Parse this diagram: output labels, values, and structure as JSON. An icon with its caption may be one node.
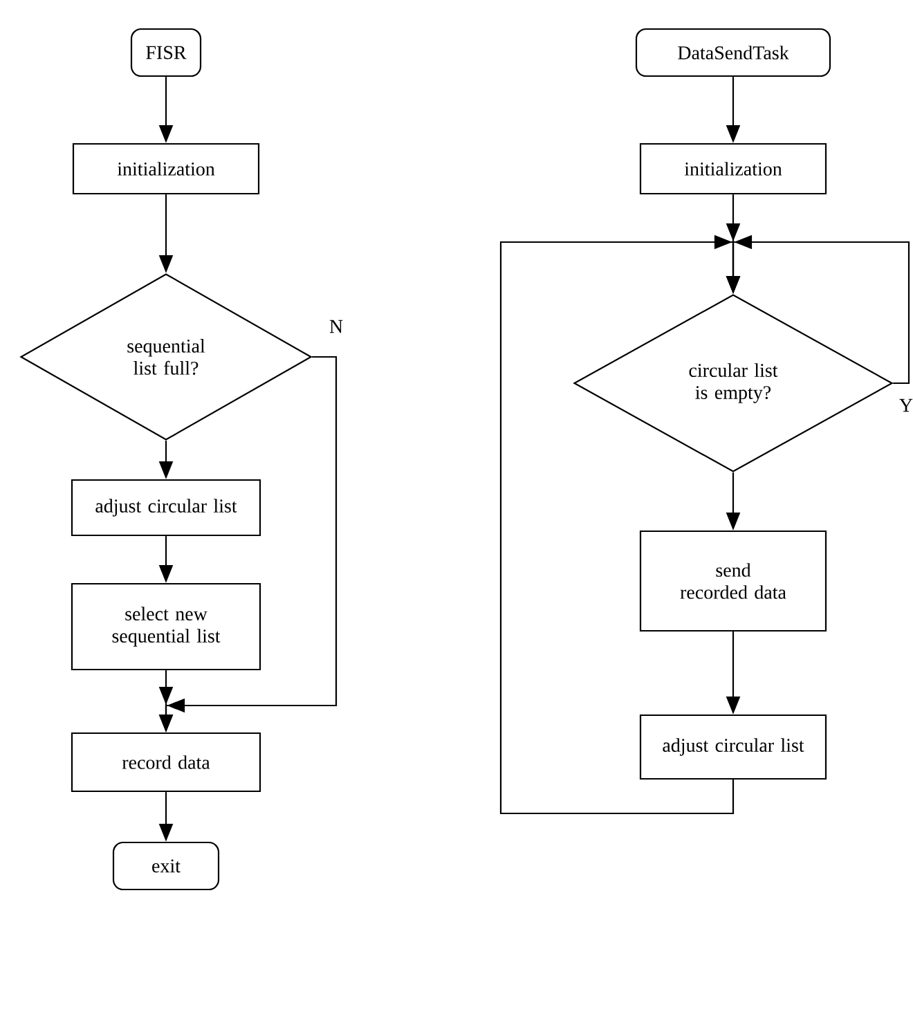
{
  "diagram": {
    "nodes": [
      {
        "text": [
          "FISR"
        ]
      },
      {
        "text": [
          "initialization"
        ]
      },
      {
        "text": [
          "sequential list full?"
        ]
      },
      {
        "text": [
          "adjust circular list"
        ]
      },
      {
        "text": [
          "select new sequential list"
        ]
      },
      {
        "text": [
          "record data"
        ]
      },
      {
        "text": [
          "exit"
        ]
      },
      {
        "text": [
          "DataSendTask"
        ]
      },
      {
        "text": [
          "initialization"
        ]
      },
      {
        "text": [
          "circular list is empty?"
        ]
      },
      {
        "text": [
          "send recorded data"
        ]
      },
      {
        "text": [
          "adjust circular list"
        ]
      }
    ],
    "edges": [
      {
        "from": 0,
        "to": 1,
        "arrow": "to"
      },
      {
        "from": 1,
        "to": 2,
        "arrow": "to"
      },
      {
        "from": 2,
        "to": 3,
        "arrow": "to"
      },
      {
        "from": 3,
        "to": 4,
        "arrow": "to"
      },
      {
        "from": 4,
        "to": 5,
        "arrow": "to"
      },
      {
        "from": 2,
        "to": 5,
        "arrow": "to",
        "label": "N"
      },
      {
        "from": 5,
        "to": 6,
        "arrow": "to"
      },
      {
        "from": 7,
        "to": 8,
        "arrow": "to"
      },
      {
        "from": 8,
        "to": 9,
        "arrow": "to"
      },
      {
        "from": 9,
        "to": 9,
        "arrow": "to",
        "label": "Y"
      },
      {
        "from": 9,
        "to": 10,
        "arrow": "to"
      },
      {
        "from": 10,
        "to": 11,
        "arrow": "to"
      },
      {
        "from": 11,
        "to": 9,
        "arrow": "to"
      }
    ]
  }
}
